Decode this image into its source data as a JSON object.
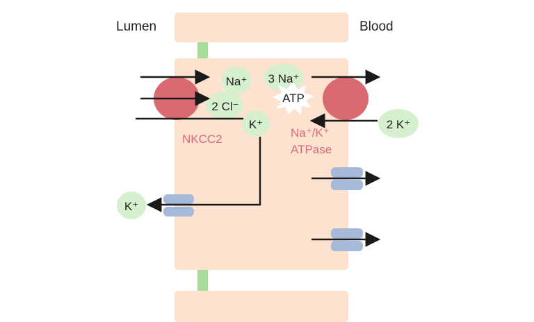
{
  "labels": {
    "lumen": "Lumen",
    "blood": "Blood",
    "nkcc2": "NKCC2",
    "atpase_line1": "Na⁺/K⁺",
    "atpase_line2": "ATPase",
    "atp": "ATP"
  },
  "ions": {
    "na_lumen": "Na⁺",
    "cl_lumen": "2 Cl⁻",
    "k_recycle": "K⁺",
    "na_pump": "3 Na⁺",
    "k_pump": "2 K⁺",
    "k_lumen": "K⁺"
  },
  "colors": {
    "cell": "#fde2cf",
    "tight_junction": "#a8dc9b",
    "ion_bubble": "#d6f0cf",
    "transporter": "#d96a72",
    "channel": "#a7b9da",
    "label_accent": "#d9697a",
    "arrow": "#1a1a1a"
  }
}
